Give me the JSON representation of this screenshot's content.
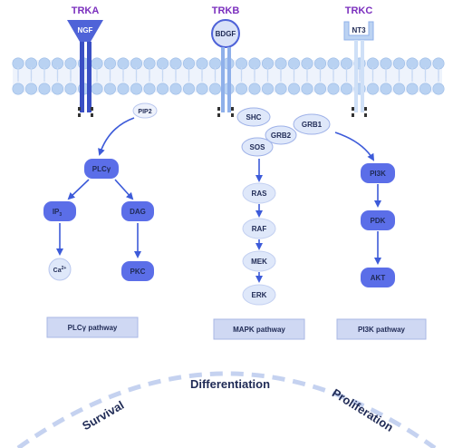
{
  "receptors": {
    "trka": {
      "name": "TRKA",
      "ligand": "NGF"
    },
    "trkb": {
      "name": "TRKB",
      "ligand": "BDGF"
    },
    "trkc": {
      "name": "TRKC",
      "ligand": "NT3"
    }
  },
  "plc_branch": {
    "pip2": "PIP2",
    "plcg": "PLCγ",
    "ip3_main": "IP",
    "ip3_sub": "3",
    "dag": "DAG",
    "ca_main": "Ca",
    "ca_sup": "2+",
    "pkc": "PKC",
    "pathway": "PLCγ pathway"
  },
  "mapk_branch": {
    "shc": "SHC",
    "grb2": "GRB2",
    "grb1": "GRB1",
    "sos": "SOS",
    "ras": "RAS",
    "raf": "RAF",
    "mek": "MEK",
    "erk": "ERK",
    "pathway": "MAPK pathway"
  },
  "pi3k_branch": {
    "pi3k": "PI3K",
    "pdk": "PDK",
    "akt": "AKT",
    "pathway": "PI3K pathway"
  },
  "outcomes": {
    "survival": "Survival",
    "differentiation": "Differentiation",
    "proliferation": "Proliferation"
  },
  "colors": {
    "receptor_label": "#7b2fbe",
    "membrane_head": "#b9d2f2",
    "node_dark": "#5b6ee8",
    "node_light": "#dfe8fa",
    "arrow": "#3d5bd9",
    "pathway_box": "#cfd8f3",
    "text_dark": "#1f2a55"
  }
}
